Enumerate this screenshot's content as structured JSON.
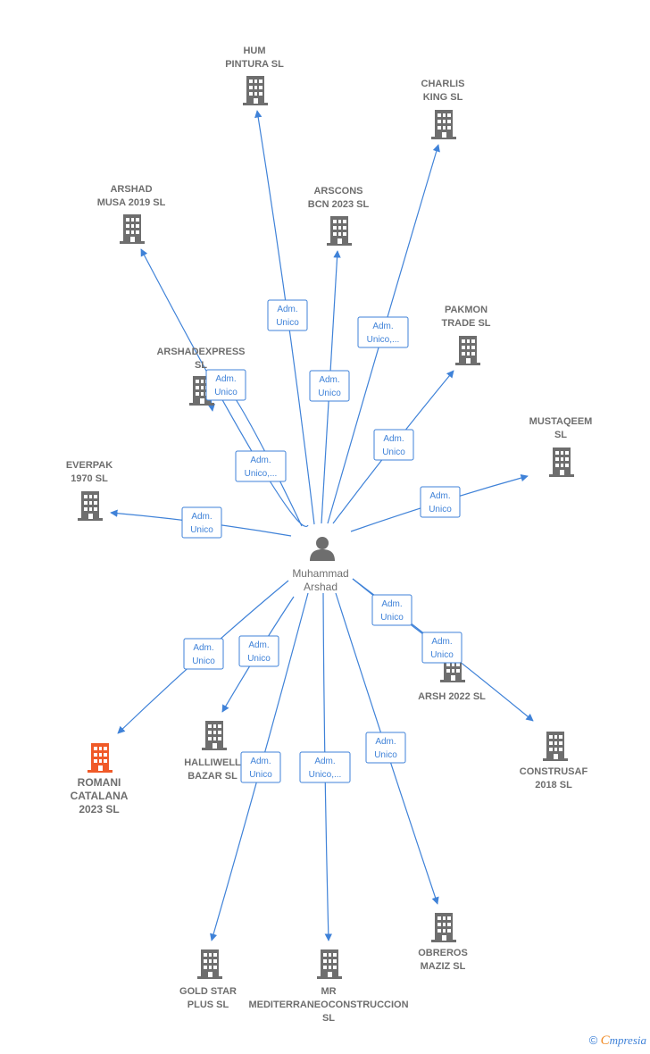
{
  "colors": {
    "edge": "#3f82d8",
    "building": "#6e6e6e",
    "building_highlight": "#f05a28",
    "label": "#6e6e6e"
  },
  "center": {
    "name_line1": "Muhammad",
    "name_line2": "Arshad",
    "icon": "person-icon"
  },
  "companies": [
    {
      "id": "hum",
      "lines": [
        "HUM",
        "PINTURA  SL"
      ],
      "highlight": false
    },
    {
      "id": "charlis",
      "lines": [
        "CHARLIS",
        "KING SL"
      ],
      "highlight": false
    },
    {
      "id": "arshad-musa",
      "lines": [
        "ARSHAD",
        "MUSA 2019  SL"
      ],
      "highlight": false
    },
    {
      "id": "arscons",
      "lines": [
        "ARSCONS",
        "BCN 2023  SL"
      ],
      "highlight": false
    },
    {
      "id": "pakmon",
      "lines": [
        "PAKMON",
        "TRADE SL"
      ],
      "highlight": false
    },
    {
      "id": "arshadexpress",
      "lines": [
        "ARSHADEXPRESS",
        "SL"
      ],
      "highlight": false
    },
    {
      "id": "mustaqeem",
      "lines": [
        "MUSTAQEEM",
        "SL"
      ],
      "highlight": false
    },
    {
      "id": "everpak",
      "lines": [
        "EVERPAK",
        "1970  SL"
      ],
      "highlight": false
    },
    {
      "id": "romani",
      "lines": [
        "ROMANI",
        "CATALANA",
        "2023  SL"
      ],
      "highlight": true
    },
    {
      "id": "halliwell",
      "lines": [
        "HALLIWELL",
        "BAZAR  SL"
      ],
      "highlight": false
    },
    {
      "id": "arsh",
      "lines": [
        "ARSH 2022  SL"
      ],
      "highlight": false
    },
    {
      "id": "construsaf",
      "lines": [
        "CONSTRUSAF",
        "2018  SL"
      ],
      "highlight": false
    },
    {
      "id": "goldstar",
      "lines": [
        "GOLD STAR",
        "PLUS  SL"
      ],
      "highlight": false
    },
    {
      "id": "mr",
      "lines": [
        "MR",
        "MEDITERRANEOCONSTRUCCION",
        "SL"
      ],
      "highlight": false
    },
    {
      "id": "obreros",
      "lines": [
        "OBREROS",
        "MAZIZ  SL"
      ],
      "highlight": false
    }
  ],
  "edges": [
    {
      "to": "hum",
      "role": [
        "Adm.",
        "Unico"
      ]
    },
    {
      "to": "charlis",
      "role": [
        "Adm.",
        "Unico,..."
      ]
    },
    {
      "to": "arshad-musa",
      "role": [
        "Adm.",
        "Unico,..."
      ]
    },
    {
      "to": "arscons",
      "role": [
        "Adm.",
        "Unico"
      ]
    },
    {
      "to": "pakmon",
      "role": [
        "Adm.",
        "Unico"
      ]
    },
    {
      "to": "arshadexpress",
      "role": [
        "Adm.",
        "Unico"
      ]
    },
    {
      "to": "mustaqeem",
      "role": [
        "Adm.",
        "Unico"
      ]
    },
    {
      "to": "everpak",
      "role": [
        "Adm.",
        "Unico"
      ]
    },
    {
      "to": "romani",
      "role": [
        "Adm.",
        "Unico"
      ]
    },
    {
      "to": "halliwell",
      "role": [
        "Adm.",
        "Unico"
      ]
    },
    {
      "to": "arsh",
      "role": [
        "Adm.",
        "Unico"
      ]
    },
    {
      "to": "construsaf",
      "role": [
        "Adm.",
        "Unico"
      ]
    },
    {
      "to": "goldstar",
      "role": [
        "Adm.",
        "Unico"
      ]
    },
    {
      "to": "mr",
      "role": [
        "Adm.",
        "Unico,..."
      ]
    },
    {
      "to": "obreros",
      "role": [
        "Adm.",
        "Unico"
      ]
    }
  ],
  "watermark": {
    "copyright": "©",
    "brand_initial": "C",
    "brand_rest": "mpresia"
  }
}
